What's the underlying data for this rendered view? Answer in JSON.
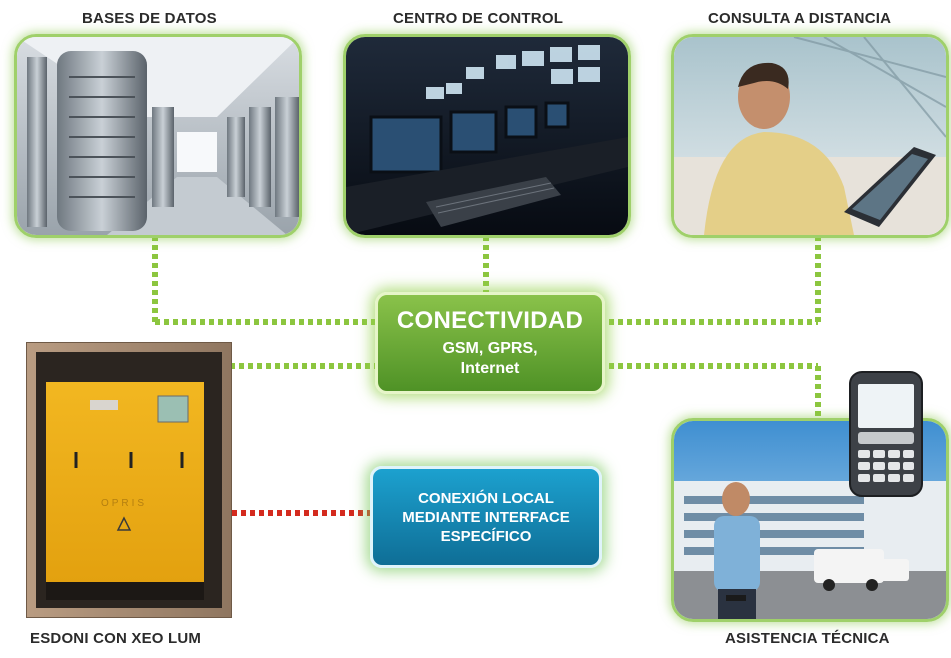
{
  "labels": {
    "databases": "BASES DE DATOS",
    "control_center": "CENTRO DE CONTROL",
    "remote_query": "CONSULTA A DISTANCIA",
    "device": "ESDONI CON XEO LUM",
    "tech_support": "ASISTENCIA TÉCNICA"
  },
  "connectivity": {
    "title": "CONECTIVIDAD",
    "line1": "GSM, GPRS,",
    "line2": "Internet"
  },
  "local": {
    "line1": "CONEXIÓN LOCAL",
    "line2": "MEDIANTE INTERFACE",
    "line3": "ESPECÍFICO"
  },
  "colors": {
    "green_link": "#8cc63f",
    "red_link": "#d42a1e",
    "green_hub": "#6aab35",
    "blue_hub": "#1587b3"
  },
  "cabinet_text": "OPRIS"
}
